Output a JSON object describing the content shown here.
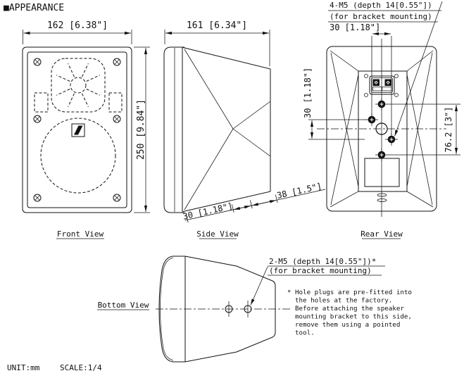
{
  "title": "■APPEARANCE",
  "views": {
    "front": {
      "label": "Front View",
      "width_dim": "162 [6.38\"]",
      "height_dim": "250 [9.84\"]"
    },
    "side": {
      "label": "Side View",
      "depth_dim": "161 [6.34\"]",
      "front_section_dim": "30 [1.18\"]",
      "rear_section_dim": "38 [1.5\"]"
    },
    "rear": {
      "label": "Rear View",
      "callout_line1": "4-M5 (depth 14[0.55\"])",
      "callout_line2": "(for bracket mounting)",
      "dim_hole_spacing_h": "30 [1.18\"]",
      "dim_hole_spacing_v": "30 [1.18\"]",
      "dim_hole_pitch": "76.2 [3\"]"
    },
    "bottom": {
      "label": "Bottom View",
      "callout_line1": "2-M5 (depth 14[0.55\"])*",
      "callout_line2": "(for bracket mounting)"
    }
  },
  "note": {
    "marker": "*",
    "lines": [
      "Hole plugs are pre-fitted into",
      "the holes at the factory.",
      "Before attaching the speaker",
      "mounting bracket to this side,",
      "remove them using a pointed",
      "tool."
    ]
  },
  "footer": {
    "unit": "UNIT:mm",
    "scale": "SCALE:1/4"
  }
}
